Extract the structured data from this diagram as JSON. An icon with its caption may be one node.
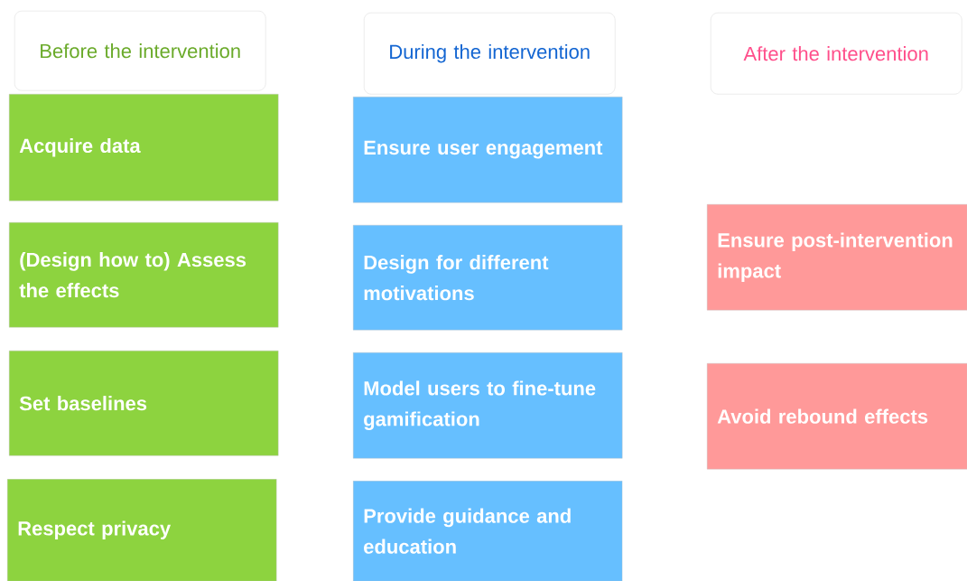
{
  "diagram": {
    "nodes": [
      {
        "text": [
          "Before the intervention"
        ]
      },
      {
        "text": [
          "During the intervention"
        ]
      },
      {
        "text": [
          "After the intervention"
        ]
      },
      {
        "text": [
          "Acquire data"
        ]
      },
      {
        "text": [
          "(Design how to) Assess the effects"
        ]
      },
      {
        "text": [
          "Set baselines"
        ]
      },
      {
        "text": [
          "Respect privacy"
        ]
      },
      {
        "text": [
          "Ensure user engagement"
        ]
      },
      {
        "text": [
          "Design for different motivations"
        ]
      },
      {
        "text": [
          "Model users to fine-tune gamification"
        ]
      },
      {
        "text": [
          "Provide guidance and education"
        ]
      },
      {
        "text": [
          "Ensure post-intervention impact"
        ]
      },
      {
        "text": [
          "Avoid rebound effects"
        ]
      }
    ]
  }
}
